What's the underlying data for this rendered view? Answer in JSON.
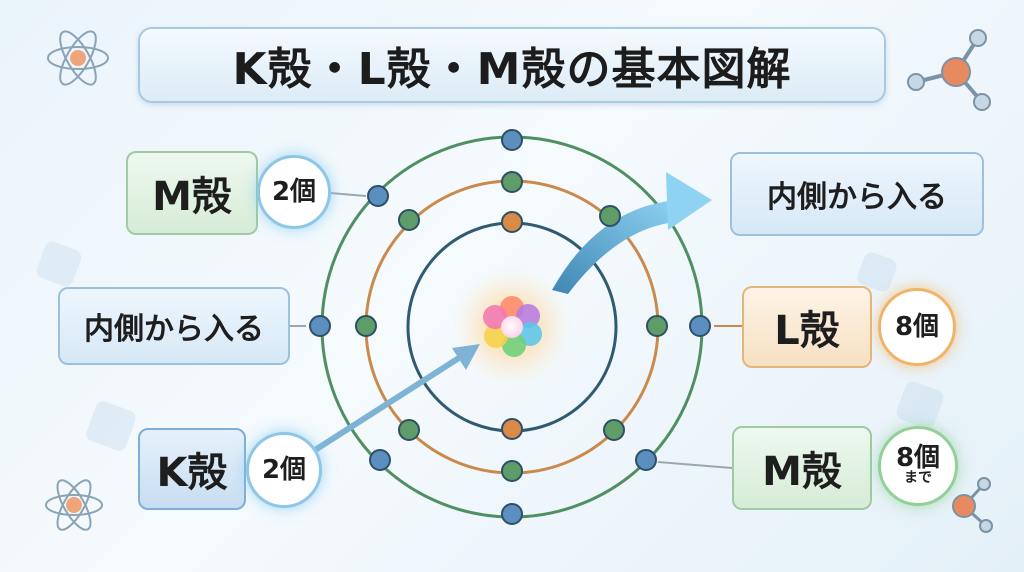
{
  "title": "K殻・L殻・M殻の基本図解",
  "labels": {
    "m_shell_top": {
      "name": "M殻",
      "count": "2個"
    },
    "inner_left": "内側から入る",
    "inner_right": "内側から入る",
    "k_shell": {
      "name": "K殻",
      "count": "2個"
    },
    "l_shell": {
      "name": "L殻",
      "count": "8個"
    },
    "m_shell_bottom": {
      "name": "M殻",
      "count": "8個",
      "note": "まで"
    }
  },
  "colors": {
    "k_orbit": "#2f5a72",
    "l_orbit": "#c98a4b",
    "m_orbit": "#4f8f62",
    "electron_k": "#d98a45",
    "electron_l": "#5e9d68",
    "electron_m": "#5b8fbf",
    "arrow": "#5aa7cf"
  },
  "icons": [
    "atom-icon",
    "molecule-icon"
  ]
}
